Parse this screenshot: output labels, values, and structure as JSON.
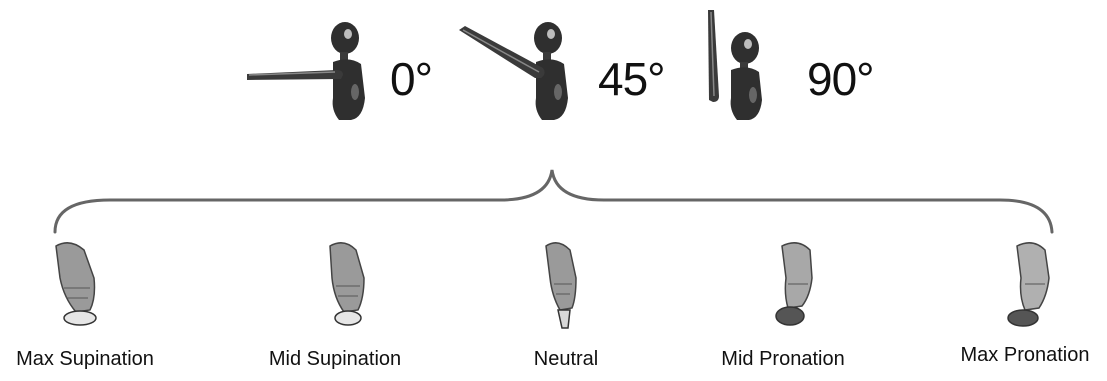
{
  "elevation_angles": [
    {
      "label": "0°"
    },
    {
      "label": "45°"
    },
    {
      "label": "90°"
    }
  ],
  "forearm_positions": [
    {
      "label": "Max Supination"
    },
    {
      "label": "Mid Supination"
    },
    {
      "label": "Neutral"
    },
    {
      "label": "Mid Pronation"
    },
    {
      "label": "Max Pronation"
    }
  ],
  "colors": {
    "figure_fill": "#2f2f2f",
    "figure_light": "#8a8a8a",
    "limb_fill": "#9a9a9a",
    "brace": "#666666",
    "text": "#111111"
  }
}
